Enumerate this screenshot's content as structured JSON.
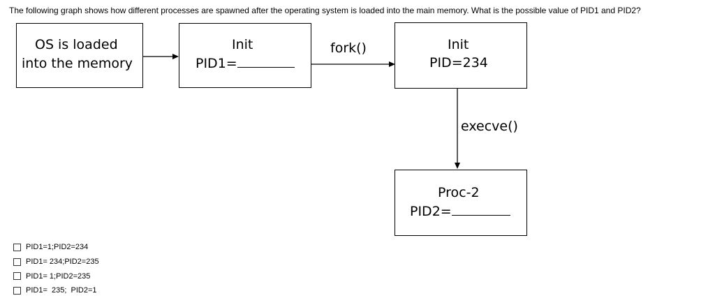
{
  "question": "The following graph shows how different processes are spawned after the operating system is loaded into the main memory. What is the possible value of PID1 and PID2?",
  "diagram": {
    "box_os": {
      "line1": "OS is loaded",
      "line2": "into the memory"
    },
    "box_init1": {
      "line1": "Init",
      "line2": "PID1="
    },
    "box_init2": {
      "line1": "Init",
      "line2": "PID=234"
    },
    "box_proc2": {
      "line1": "Proc-2",
      "line2": "PID2="
    },
    "edge_fork": "fork()",
    "edge_execve": "execve()"
  },
  "options": [
    {
      "label": "PID1=1;PID2=234"
    },
    {
      "label": "PID1= 234;PID2=235"
    },
    {
      "label": "PID1= 1;PID2=235"
    },
    {
      "label": "PID1=  235;  PID2=1"
    }
  ]
}
